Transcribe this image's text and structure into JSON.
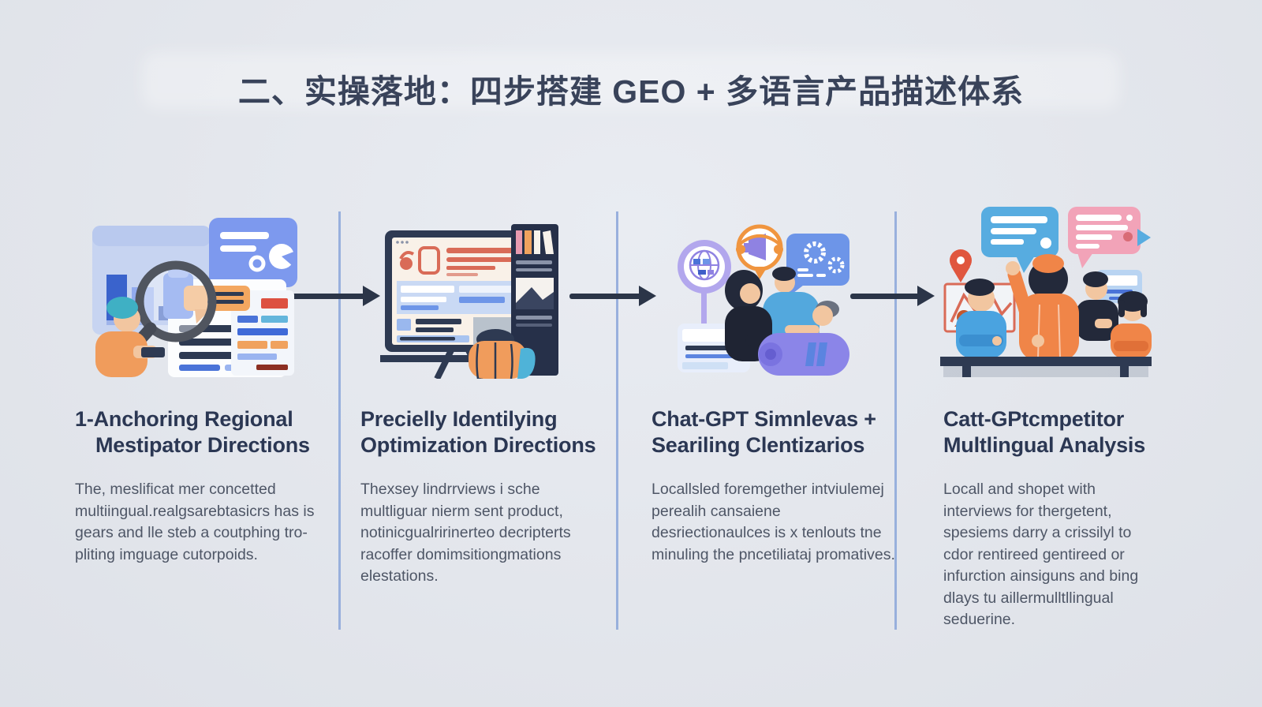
{
  "title": {
    "text": "二、实操落地：四步搭建 GEO + 多语言产品描述体系",
    "color": "#39435a"
  },
  "flow": {
    "arrow_icon": "right-arrow-icon",
    "arrow_color": "#2b3548",
    "divider_color": "#8ba6d9",
    "background_color": "#e3e6ec"
  },
  "steps": [
    {
      "num": "1-",
      "heading1": "Anchoring Regional",
      "heading2": "Mestipator Directions",
      "body": "The, meslificat mer concetted multiingual.realgsarebtasicrs has is gears and lle steb a coutphing tro-pliting imguage cutorpoids.",
      "illustration": "magnifier-market-research-illustration"
    },
    {
      "num": "",
      "heading1": "Precielly Identilying",
      "heading2": "Optimization Directions",
      "body": "Thexsey lindrrviews i sche multliguar nierm sent product, notinicgualririnerteo decripterts racoffer domimsitiongmations elestations.",
      "illustration": "website-monitor-audit-illustration"
    },
    {
      "num": "",
      "heading1": "Chat-GPT Simnlevas +",
      "heading2": "Seariling Clentizarios",
      "body": "Locallsled foremgether intviulemej perealih cansaiene desriectionaulces is x tenlouts tne minuling the pncetiliataj promatives.",
      "illustration": "chat-interview-people-illustration"
    },
    {
      "num": "",
      "heading1": "Catt-GPtcmpetitor",
      "heading2": "Multlingual Analysis",
      "body": "Locall and shopet with interviews for thergetent, spesiems darry a crissilyl to cdor rentireed gentireed or infurction ainsiguns and bing dlays tu aillermulltllingual seduerine.",
      "illustration": "team-discussion-analysis-illustration"
    }
  ],
  "colors": {
    "heading": "#2b3753",
    "body_text": "#4e5666",
    "accent_orange": "#f09c5c",
    "accent_blue": "#6d95e8",
    "accent_red": "#dd5140",
    "accent_teal": "#4fb3d8",
    "accent_purple": "#8b85e8",
    "accent_pink": "#f2a3b8"
  }
}
